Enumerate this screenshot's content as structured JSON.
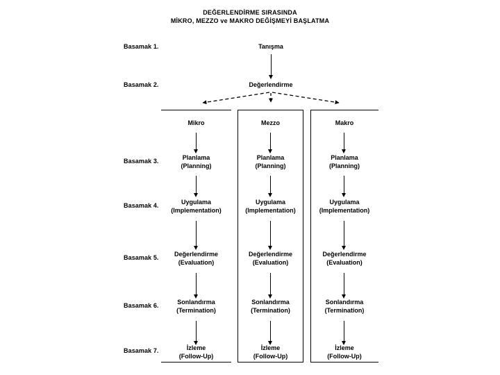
{
  "title": {
    "line1": "DEĞERLENDİRME SIRASINDA",
    "line2": "MİKRO, MEZZO ve MAKRO DEĞİŞMEYİ BAŞLATMA"
  },
  "step_labels": [
    {
      "id": "step-1",
      "text": "Basamak 1."
    },
    {
      "id": "step-2",
      "text": "Basamak 2."
    },
    {
      "id": "step-3",
      "text": "Basamak 3."
    },
    {
      "id": "step-4",
      "text": "Basamak 4."
    },
    {
      "id": "step-5",
      "text": "Basamak 5."
    },
    {
      "id": "step-6",
      "text": "Basamak 6."
    },
    {
      "id": "step-7",
      "text": "Basamak 7."
    }
  ],
  "chain": {
    "node1": "Tanışma",
    "node2": "Değerlendirme"
  },
  "columns": [
    {
      "id": "mikro",
      "header": "Mikro",
      "cells": [
        {
          "tr": "Planlama",
          "en": "(Planning)"
        },
        {
          "tr": "Uygulama",
          "en": "(Implementation)"
        },
        {
          "tr": "Değerlendirme",
          "en": "(Evaluation)"
        },
        {
          "tr": "Sonlandırma",
          "en": "(Termination)"
        },
        {
          "tr": "İzleme",
          "en": "(Follow-Up)"
        }
      ]
    },
    {
      "id": "mezzo",
      "header": "Mezzo",
      "cells": [
        {
          "tr": "Planlama",
          "en": "(Planning)"
        },
        {
          "tr": "Uygulama",
          "en": "(Implementation)"
        },
        {
          "tr": "Değerlendirme",
          "en": "(Evaluation)"
        },
        {
          "tr": "Sonlandırma",
          "en": "(Termination)"
        },
        {
          "tr": "İzleme",
          "en": "(Follow-Up)"
        }
      ]
    },
    {
      "id": "makro",
      "header": "Makro",
      "cells": [
        {
          "tr": "Planlama",
          "en": "(Planning)"
        },
        {
          "tr": "Uygulama",
          "en": "(Implementation)"
        },
        {
          "tr": "Değerlendirme",
          "en": "(Evaluation)"
        },
        {
          "tr": "Sonlandırma",
          "en": "(Termination)"
        },
        {
          "tr": "İzleme",
          "en": "(Follow-Up)"
        }
      ]
    }
  ],
  "colors": {
    "ink": "#000000",
    "background": "#ffffff"
  },
  "diagram_data": {
    "type": "flowchart",
    "orientation": "top-down",
    "branch_style": "dashed",
    "arrow_style": "solid-filled-head",
    "stage_count": 7,
    "track_count": 3
  }
}
